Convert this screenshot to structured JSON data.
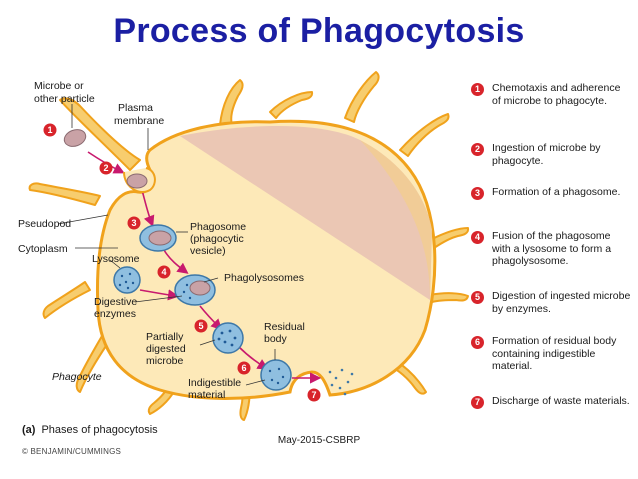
{
  "title": "Process of Phagocytosis",
  "labels": {
    "microbe": [
      "Microbe or",
      "other particle"
    ],
    "plasma_membrane": [
      "Plasma",
      "membrane"
    ],
    "pseudopod": "Pseudopod",
    "cytoplasm": "Cytoplasm",
    "lysosome": "Lysosome",
    "phagosome": [
      "Phagosome",
      "(phagocytic",
      "vesicle)"
    ],
    "phagolysosomes": "Phagolysosomes",
    "digestive_enzymes": [
      "Digestive",
      "enzymes"
    ],
    "partially_digested": [
      "Partially",
      "digested",
      "microbe"
    ],
    "residual_body": [
      "Residual",
      "body"
    ],
    "phagocyte": "Phagocyte",
    "indigestible": [
      "Indigestible",
      "material"
    ]
  },
  "diagram_numbers": [
    "1",
    "2",
    "3",
    "4",
    "5",
    "6",
    "7"
  ],
  "steps": [
    {
      "num": "1",
      "text": "Chemotaxis and adherence of microbe to phagocyte."
    },
    {
      "num": "2",
      "text": "Ingestion of microbe by phagocyte."
    },
    {
      "num": "3",
      "text": "Formation of a phagosome."
    },
    {
      "num": "4",
      "text": "Fusion of the phagosome with a lysosome to form a phagolysosome."
    },
    {
      "num": "5",
      "text": "Digestion of ingested microbe by enzymes."
    },
    {
      "num": "6",
      "text": "Formation of residual body containing indigestible material."
    },
    {
      "num": "7",
      "text": "Discharge of waste materials."
    }
  ],
  "caption": {
    "letter": "(a)",
    "text": "Phases of phagocytosis"
  },
  "copyright": "© BENJAMIN/CUMMINGS",
  "footer": "May-2015-CSBRP",
  "colors": {
    "title": "#1b1fa3",
    "cell_fill": "#fde9b8",
    "cell_membrane": "#f2a61e",
    "cut_face": "#e9c3b4",
    "step_badge": "#d8242b",
    "arrow": "#c81a6e",
    "vesicle": "#8fbfe0"
  }
}
